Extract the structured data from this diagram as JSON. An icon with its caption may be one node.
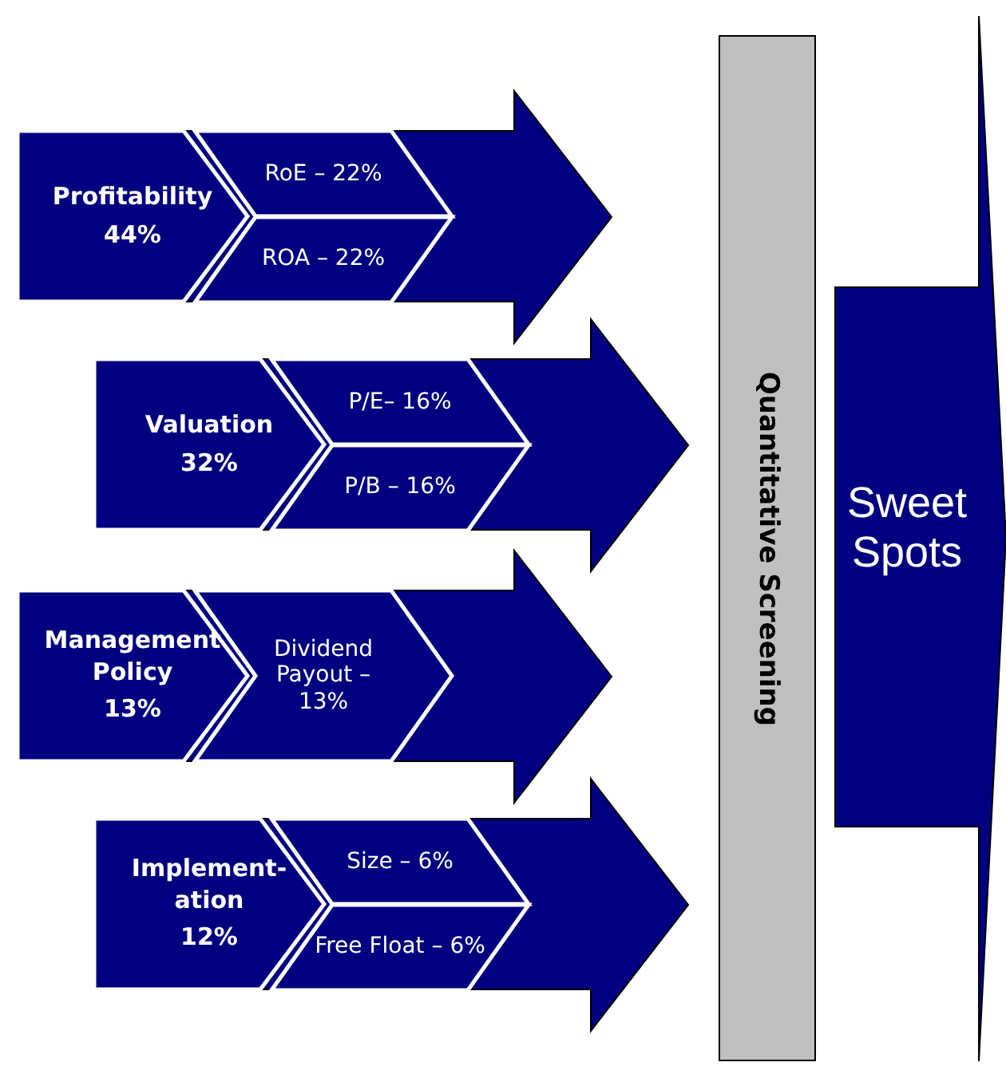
{
  "diagram": {
    "nodes": [
      {
        "text": [],
        "shape": "arrow"
      },
      {
        "text": [
          "Profitability",
          "44%"
        ],
        "in": 0
      },
      {
        "text": [
          "RoE – 22%"
        ],
        "in": 0
      },
      {
        "text": [
          "ROA – 22%"
        ],
        "in": 0
      },
      {
        "text": [],
        "shape": "arrow"
      },
      {
        "text": [
          "Valuation",
          "32%"
        ],
        "in": 4
      },
      {
        "text": [
          "P/E– 16%"
        ],
        "in": 4
      },
      {
        "text": [
          "P/B – 16%"
        ],
        "in": 4
      },
      {
        "text": [],
        "shape": "arrow"
      },
      {
        "text": [
          "Management Policy",
          "13%"
        ],
        "in": 8
      },
      {
        "text": [
          "Dividend Payout – 13%"
        ],
        "in": 8
      },
      {
        "text": [],
        "shape": "arrow"
      },
      {
        "text": [
          "Implement-ation",
          "12%"
        ],
        "in": 11
      },
      {
        "text": [
          "Size – 6%"
        ],
        "in": 11
      },
      {
        "text": [
          "Free Float – 6%"
        ],
        "in": 11
      },
      {
        "text": [
          "Quantitative Screening"
        ]
      },
      {
        "text": [
          "Sweet Spots"
        ]
      }
    ]
  }
}
